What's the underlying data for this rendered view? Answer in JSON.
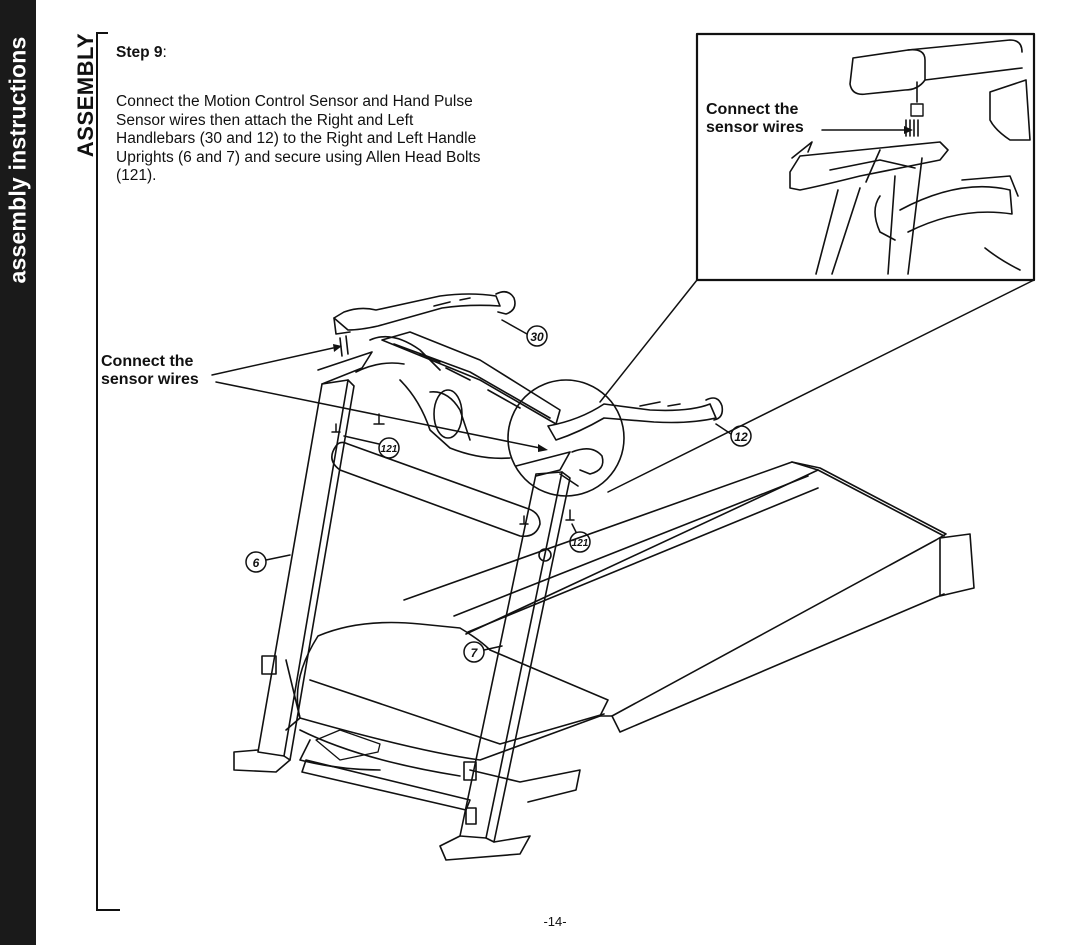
{
  "sidebar": {
    "text": "assembly instructions"
  },
  "section_label": "ASSEMBLY",
  "step": {
    "label": "Step 9",
    "suffix": ":"
  },
  "instructions": "Connect the Motion Control Sensor and Hand Pulse Sensor wires then attach the Right and Left Handlebars (30 and 12) to the Right and Left Handle Uprights (6 and 7) and secure using Allen Head Bolts (121).",
  "callouts": {
    "main": {
      "line1": "Connect the",
      "line2": "sensor wires"
    },
    "inset": {
      "line1": "Connect the",
      "line2": "sensor wires"
    }
  },
  "part_labels": {
    "p30": "30",
    "p12": "12",
    "p121a": "121",
    "p121b": "121",
    "p6": "6",
    "p7": "7"
  },
  "page_number": "-14-"
}
